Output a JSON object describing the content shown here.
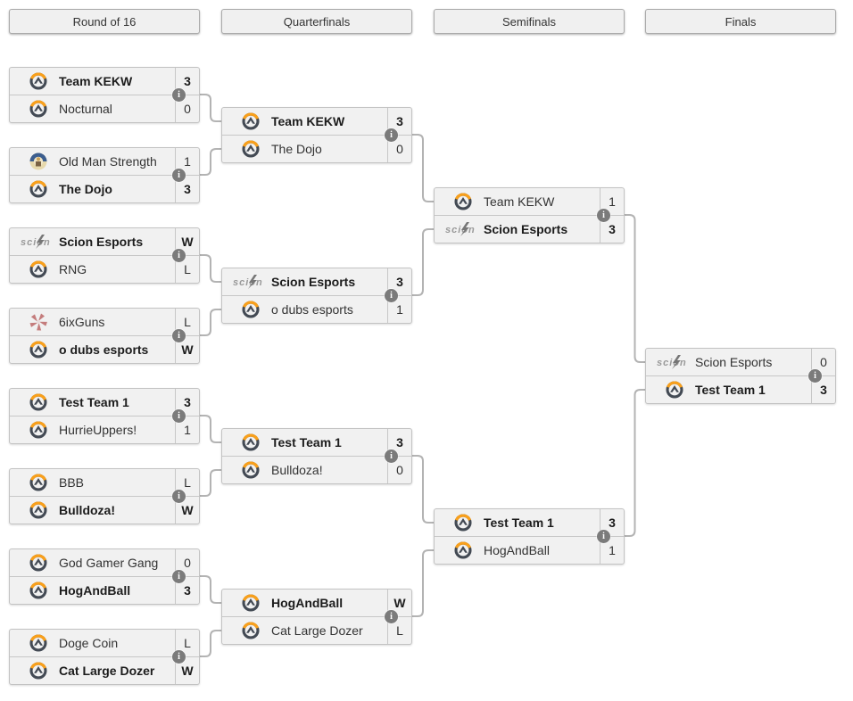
{
  "glyphs": {
    "info": "i"
  },
  "colors": {
    "accent_orange": "#f9a01b",
    "logo_grey": "#434a54",
    "connector_grey": "#b3b3b3",
    "box_background": "#f1f1f1",
    "box_border": "#c3c3c3",
    "info_icon_grey": "#7b7b7b",
    "text": "#333333"
  },
  "rounds": [
    {
      "name": "Round of 16",
      "matches": [
        {
          "teams": [
            {
              "name": "Team KEKW",
              "score": "3",
              "winner": true,
              "logo": "overwatch"
            },
            {
              "name": "Nocturnal",
              "score": "0",
              "winner": false,
              "logo": "overwatch"
            }
          ]
        },
        {
          "teams": [
            {
              "name": "Old Man Strength",
              "score": "1",
              "winner": false,
              "logo": "old-man-strength"
            },
            {
              "name": "The Dojo",
              "score": "3",
              "winner": true,
              "logo": "overwatch"
            }
          ]
        },
        {
          "teams": [
            {
              "name": "Scion Esports",
              "score": "W",
              "winner": true,
              "logo": "scion"
            },
            {
              "name": "RNG",
              "score": "L",
              "winner": false,
              "logo": "overwatch"
            }
          ]
        },
        {
          "teams": [
            {
              "name": "6ixGuns",
              "score": "L",
              "winner": false,
              "logo": "sixguns"
            },
            {
              "name": "o dubs esports",
              "score": "W",
              "winner": true,
              "logo": "overwatch"
            }
          ]
        },
        {
          "teams": [
            {
              "name": "Test Team 1",
              "score": "3",
              "winner": true,
              "logo": "overwatch"
            },
            {
              "name": "HurrieUppers!",
              "score": "1",
              "winner": false,
              "logo": "overwatch"
            }
          ]
        },
        {
          "teams": [
            {
              "name": "BBB",
              "score": "L",
              "winner": false,
              "logo": "overwatch"
            },
            {
              "name": "Bulldoza!",
              "score": "W",
              "winner": true,
              "logo": "overwatch"
            }
          ]
        },
        {
          "teams": [
            {
              "name": "God Gamer Gang",
              "score": "0",
              "winner": false,
              "logo": "overwatch"
            },
            {
              "name": "HogAndBall",
              "score": "3",
              "winner": true,
              "logo": "overwatch"
            }
          ]
        },
        {
          "teams": [
            {
              "name": "Doge Coin",
              "score": "L",
              "winner": false,
              "logo": "overwatch"
            },
            {
              "name": "Cat Large Dozer",
              "score": "W",
              "winner": true,
              "logo": "overwatch"
            }
          ]
        }
      ]
    },
    {
      "name": "Quarterfinals",
      "matches": [
        {
          "teams": [
            {
              "name": "Team KEKW",
              "score": "3",
              "winner": true,
              "logo": "overwatch"
            },
            {
              "name": "The Dojo",
              "score": "0",
              "winner": false,
              "logo": "overwatch"
            }
          ]
        },
        {
          "teams": [
            {
              "name": "Scion Esports",
              "score": "3",
              "winner": true,
              "logo": "scion"
            },
            {
              "name": "o dubs esports",
              "score": "1",
              "winner": false,
              "logo": "overwatch"
            }
          ]
        },
        {
          "teams": [
            {
              "name": "Test Team 1",
              "score": "3",
              "winner": true,
              "logo": "overwatch"
            },
            {
              "name": "Bulldoza!",
              "score": "0",
              "winner": false,
              "logo": "overwatch"
            }
          ]
        },
        {
          "teams": [
            {
              "name": "HogAndBall",
              "score": "W",
              "winner": true,
              "logo": "overwatch"
            },
            {
              "name": "Cat Large Dozer",
              "score": "L",
              "winner": false,
              "logo": "overwatch"
            }
          ]
        }
      ]
    },
    {
      "name": "Semifinals",
      "matches": [
        {
          "teams": [
            {
              "name": "Team KEKW",
              "score": "1",
              "winner": false,
              "logo": "overwatch"
            },
            {
              "name": "Scion Esports",
              "score": "3",
              "winner": true,
              "logo": "scion"
            }
          ]
        },
        {
          "teams": [
            {
              "name": "Test Team 1",
              "score": "3",
              "winner": true,
              "logo": "overwatch"
            },
            {
              "name": "HogAndBall",
              "score": "1",
              "winner": false,
              "logo": "overwatch"
            }
          ]
        }
      ]
    },
    {
      "name": "Finals",
      "matches": [
        {
          "teams": [
            {
              "name": "Scion Esports",
              "score": "0",
              "winner": false,
              "logo": "scion"
            },
            {
              "name": "Test Team 1",
              "score": "3",
              "winner": true,
              "logo": "overwatch"
            }
          ]
        }
      ]
    }
  ]
}
